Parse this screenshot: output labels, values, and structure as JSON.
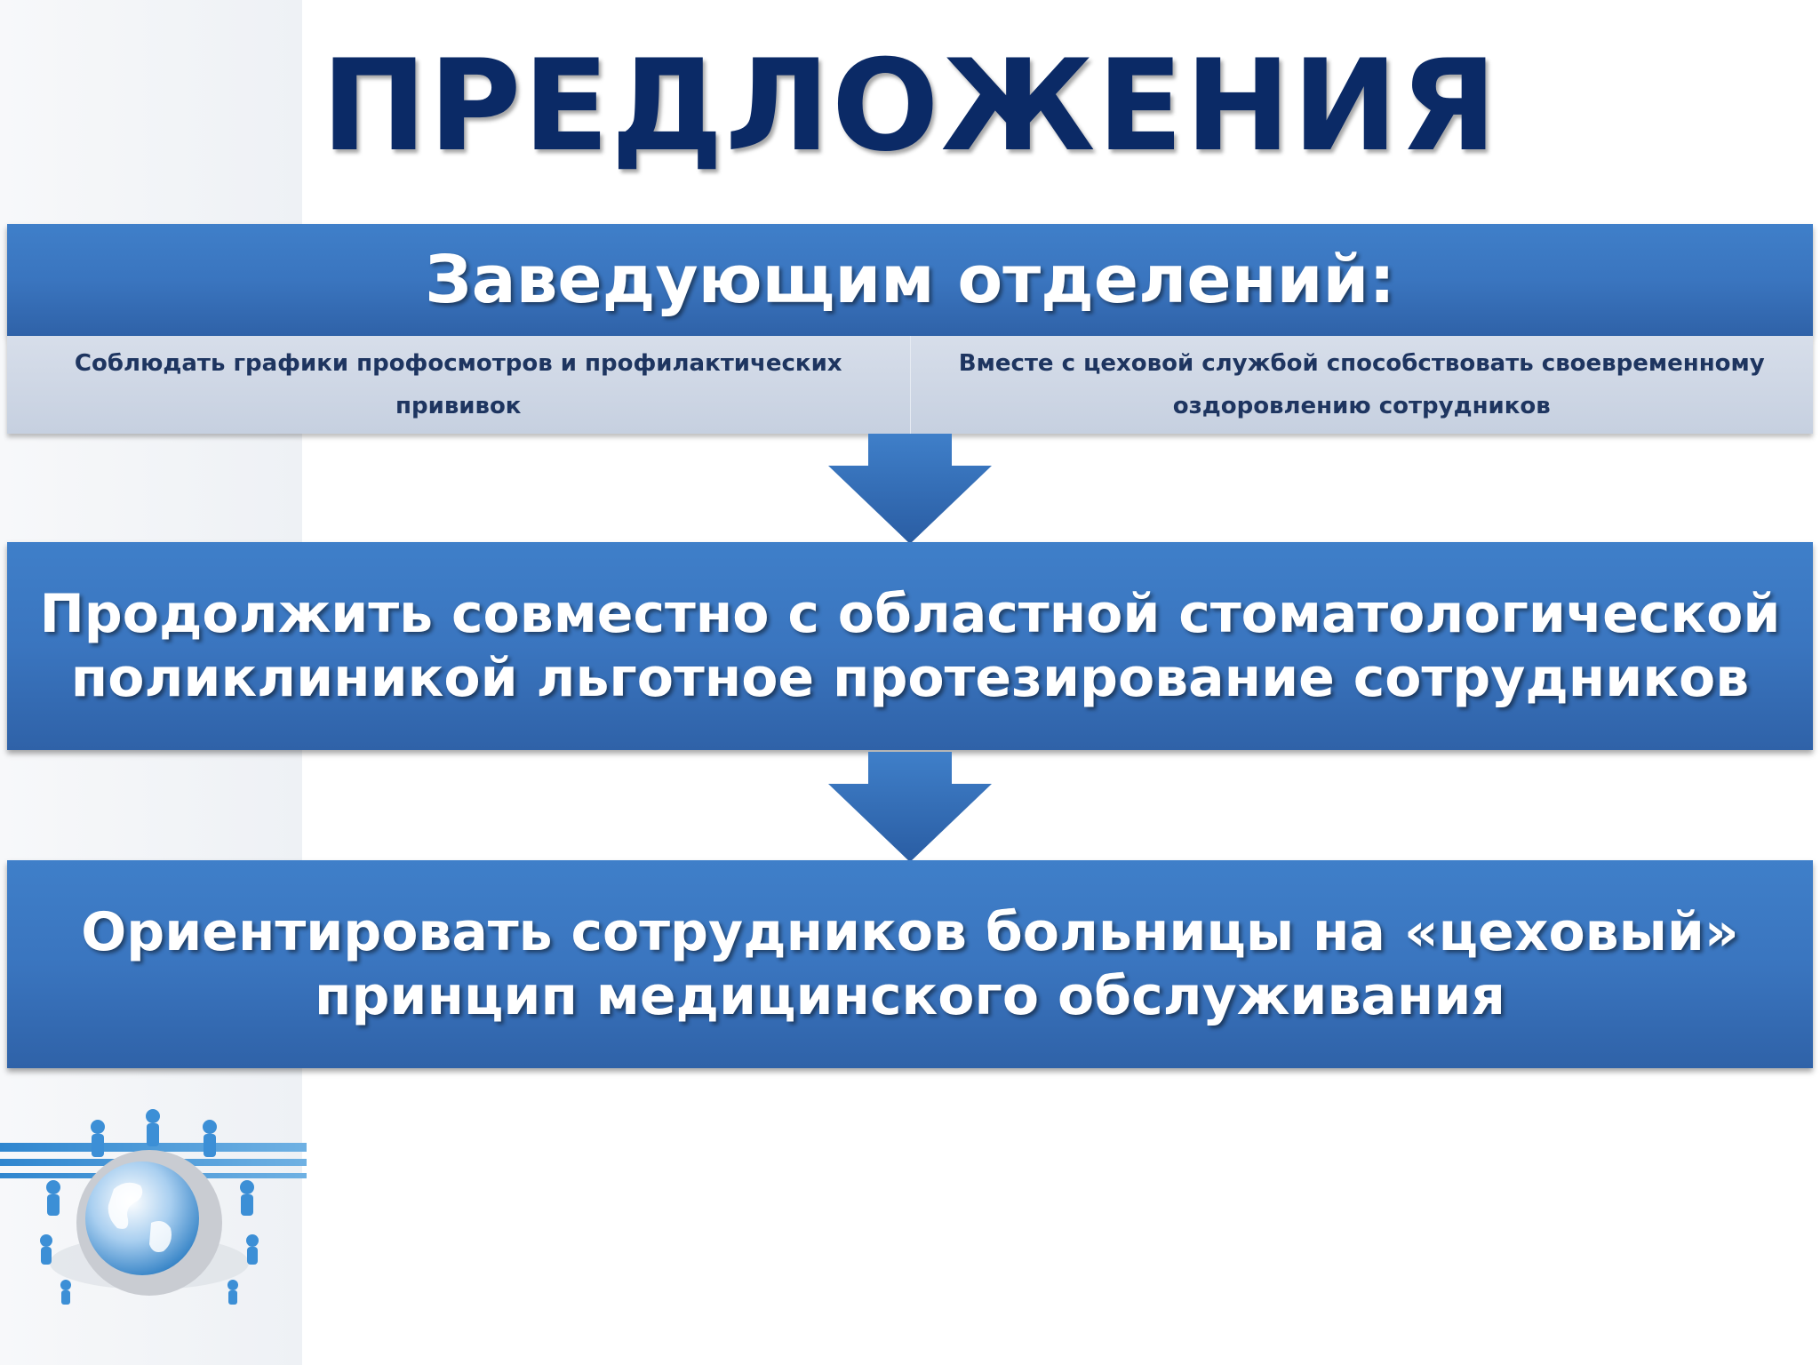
{
  "title": "ПРЕДЛОЖЕНИЯ",
  "header": {
    "label": "Заведующим отделений:",
    "items": [
      "Соблюдать графики профосмотров и профилактических прививок",
      "Вместе с цеховой службой способствовать своевременному оздоровлению сотрудников"
    ]
  },
  "steps": [
    {
      "line1": "Продолжить совместно с областной стоматологической",
      "line2": "поликлиникой льготное протезирование сотрудников"
    },
    {
      "line1": "Ориентировать сотрудников больницы на «цеховый»",
      "line2": "принцип медицинского обслуживания"
    }
  ],
  "colors": {
    "title": "#0b2a66",
    "box": "#3a75bf",
    "subrow": "#cfd7e5",
    "subtext": "#1e3560"
  },
  "icons": [
    "down-arrow-icon",
    "globe-people-icon"
  ]
}
